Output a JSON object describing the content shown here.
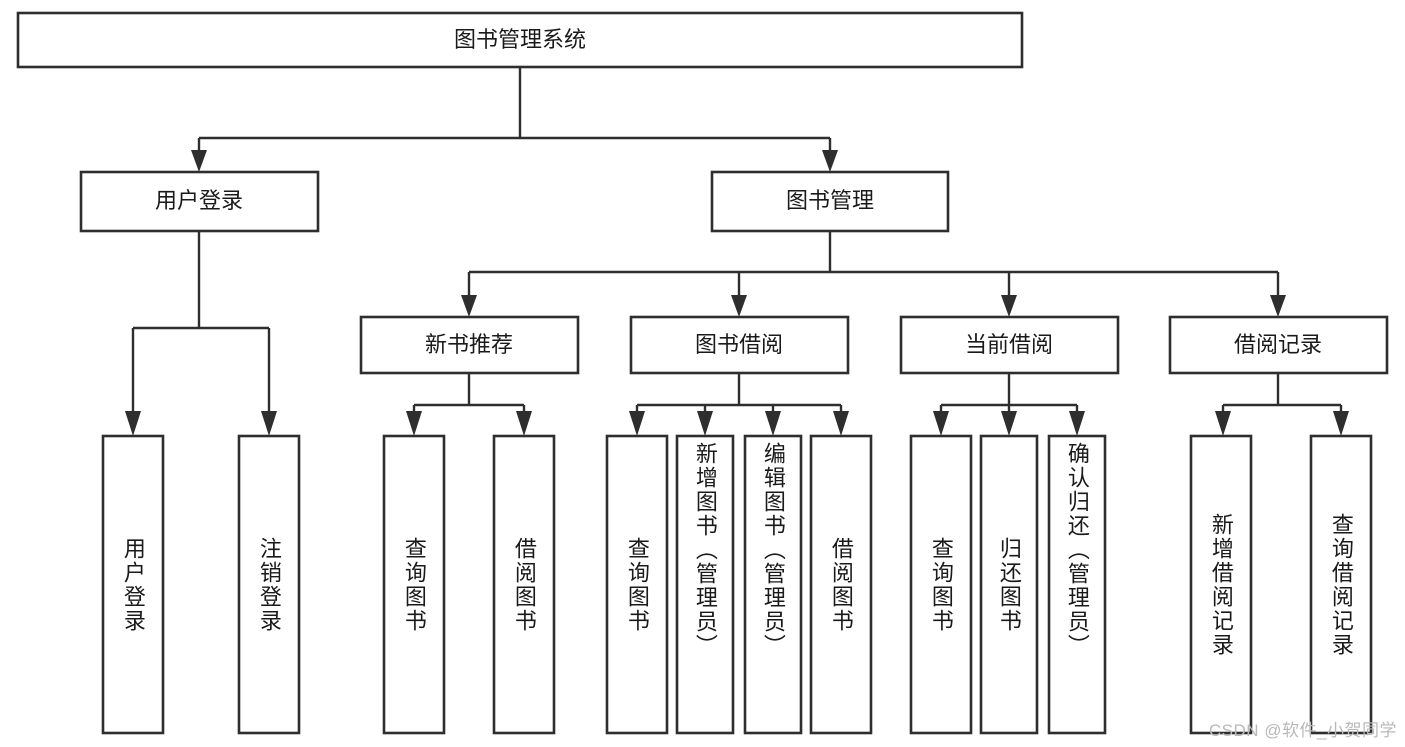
{
  "diagram": {
    "title": "图书管理系统",
    "type": "tree-hierarchy",
    "watermark": "CSDN @软件_小贺同学",
    "colors": {
      "stroke": "#2e2e2e",
      "fill": "#ffffff",
      "text": "#1a1a1a",
      "watermark": "#b9b9b9",
      "background": "#ffffff"
    },
    "root": {
      "label": "图书管理系统"
    },
    "level2": [
      {
        "label": "用户登录"
      },
      {
        "label": "图书管理"
      }
    ],
    "level3": [
      {
        "label": "新书推荐"
      },
      {
        "label": "图书借阅"
      },
      {
        "label": "当前借阅"
      },
      {
        "label": "借阅记录"
      }
    ],
    "leaves": {
      "user_login": [
        {
          "label": "用户登录"
        },
        {
          "label": "注销登录"
        }
      ],
      "new_book_recommend": [
        {
          "label": "查询图书"
        },
        {
          "label": "借阅图书"
        }
      ],
      "book_borrow": [
        {
          "label": "查询图书"
        },
        {
          "label": "新增图书（管理员）"
        },
        {
          "label": "编辑图书（管理员）"
        },
        {
          "label": "借阅图书"
        }
      ],
      "current_borrow": [
        {
          "label": "查询图书"
        },
        {
          "label": "归还图书"
        },
        {
          "label": "确认归还（管理员）"
        }
      ],
      "borrow_record": [
        {
          "label": "新增借阅记录"
        },
        {
          "label": "查询借阅记录"
        }
      ]
    }
  }
}
